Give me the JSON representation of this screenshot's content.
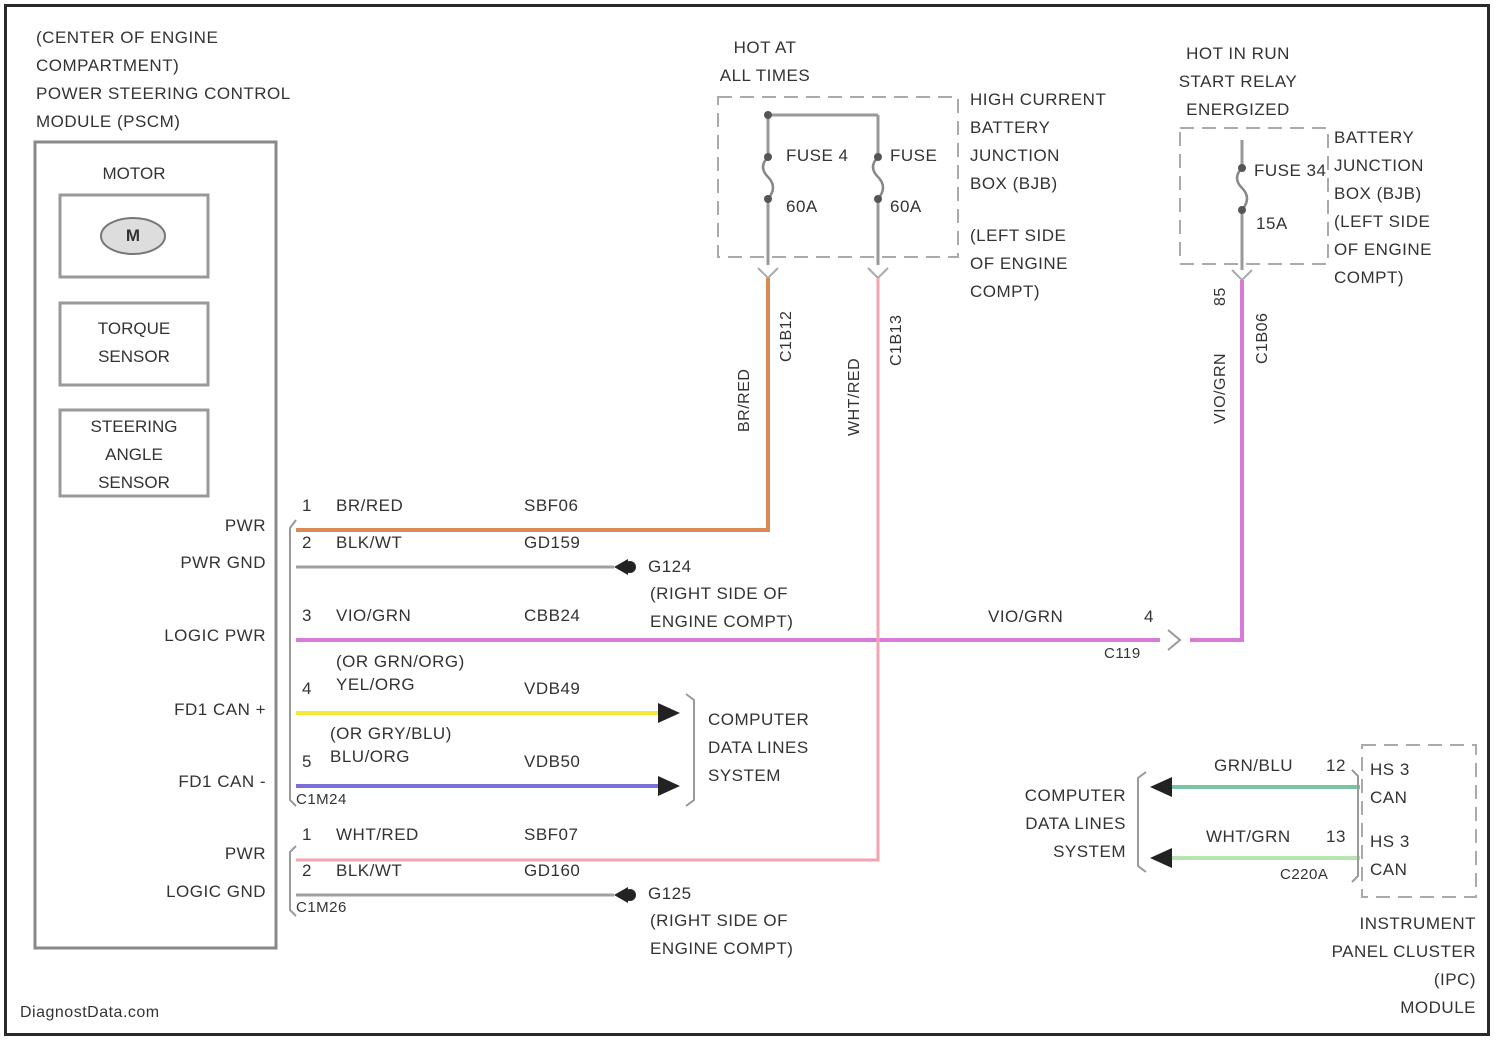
{
  "pscm": {
    "title": "(CENTER OF ENGINE\nCOMPARTMENT)\nPOWER STEERING CONTROL\nMODULE (PSCM)",
    "motor_label": "MOTOR",
    "motor_symbol": "M",
    "torque_sensor": "TORQUE\nSENSOR",
    "steering_angle_sensor": "STEERING\nANGLE\nSENSOR",
    "pin_labels": {
      "pwr1": "PWR",
      "pwr_gnd": "PWR GND",
      "logic_pwr": "LOGIC PWR",
      "fd1_can_plus": "FD1 CAN +",
      "fd1_can_minus": "FD1 CAN -",
      "pwr2": "PWR",
      "logic_gnd": "LOGIC GND"
    },
    "connectors": {
      "c1": "C1M24",
      "c2": "C1M26"
    }
  },
  "wires": {
    "w1": {
      "pin": "1",
      "color": "BR/RED",
      "circuit": "SBF06"
    },
    "w2": {
      "pin": "2",
      "color": "BLK/WT",
      "circuit": "GD159"
    },
    "w3": {
      "pin": "3",
      "color": "VIO/GRN",
      "circuit": "CBB24"
    },
    "w4": {
      "pin": "4",
      "alt": "(OR GRN/ORG)",
      "color": "YEL/ORG",
      "circuit": "VDB49"
    },
    "w5": {
      "pin": "5",
      "alt": "(OR GRY/BLU)",
      "color": "BLU/ORG",
      "circuit": "VDB50"
    },
    "w6": {
      "pin": "1",
      "color": "WHT/RED",
      "circuit": "SBF07"
    },
    "w7": {
      "pin": "2",
      "color": "BLK/WT",
      "circuit": "GD160"
    }
  },
  "ground1": {
    "id": "G124",
    "location": "(RIGHT SIDE OF\nENGINE COMPT)"
  },
  "ground2": {
    "id": "G125",
    "location": "(RIGHT SIDE OF\nENGINE COMPT)"
  },
  "logic_pwr_right": {
    "color": "VIO/GRN",
    "pin": "4",
    "connector": "C119"
  },
  "computer_data_lines": "COMPUTER\nDATA LINES\nSYSTEM",
  "fuse_box": {
    "hot_label": "HOT AT\nALL TIMES",
    "fuse1": {
      "name": "FUSE 4",
      "rating": "60A"
    },
    "fuse2": {
      "name": "FUSE",
      "rating": "60A"
    },
    "description": "HIGH CURRENT\nBATTERY\nJUNCTION\nBOX (BJB)",
    "location": "(LEFT SIDE\nOF ENGINE\nCOMPT)",
    "out1_color": "BR/RED",
    "out1_conn": "C1B12",
    "out2_color": "WHT/RED",
    "out2_conn": "C1B13"
  },
  "bjb": {
    "hot_label": "HOT IN RUN\nSTART RELAY\nENERGIZED",
    "fuse": {
      "name": "FUSE 34",
      "rating": "15A"
    },
    "description": "BATTERY\nJUNCTION\nBOX (BJB)",
    "location": "(LEFT SIDE\nOF ENGINE\nCOMPT)",
    "out_pin": "85",
    "out_color": "VIO/GRN",
    "out_conn": "C1B06"
  },
  "ipc": {
    "can_h_color": "GRN/BLU",
    "can_h_pin": "12",
    "can_l_color": "WHT/GRN",
    "can_l_pin": "13",
    "can_h_label": "HS 3\nCAN",
    "can_l_label": "HS 3\nCAN",
    "connector": "C220A",
    "label": "INSTRUMENT\nPANEL CLUSTER\n(IPC)\nMODULE"
  },
  "footer": {
    "watermark": "DiagnostData.com"
  },
  "colors": {
    "orange_wire": "#d98a55",
    "pink_wire": "#f2a5b0",
    "violet_wire": "#d77ad8",
    "yellow_wire": "#f1ea3a",
    "blue_wire": "#7a6fd6",
    "green_wire": "#79c4a4",
    "lightgreen_wire": "#b6e3b0",
    "ground_wire": "#a0a0a0"
  }
}
